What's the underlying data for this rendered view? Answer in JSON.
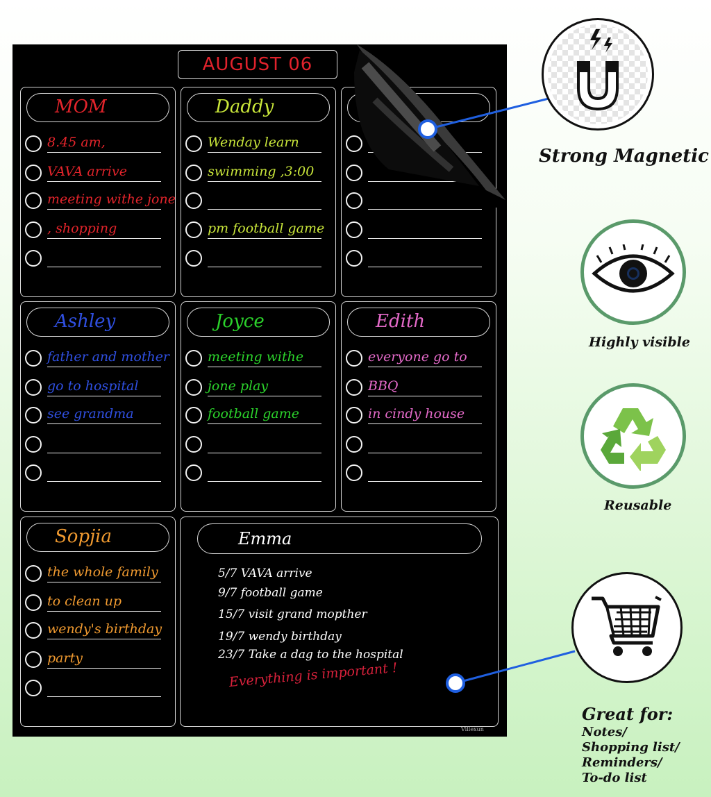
{
  "board": {
    "date": "AUGUST 06",
    "brand": "Villexun",
    "panels": [
      {
        "name": "MOM",
        "color": "#e3242b",
        "entries": [
          "8.45 am,",
          "VAVA arrive",
          "meeting withe jone",
          ", shopping",
          ""
        ]
      },
      {
        "name": "Daddy",
        "color": "#c9e63a",
        "entries": [
          "Wenday learn",
          "swimming ,3:00",
          "",
          "pm  football game",
          ""
        ]
      },
      {
        "name": "",
        "color": "#e3242b",
        "entries": [
          "",
          "",
          "",
          "",
          ""
        ]
      },
      {
        "name": "Ashley",
        "color": "#2f4fe0",
        "entries": [
          "father and mother",
          "go to hospital",
          "see grandma",
          "",
          ""
        ]
      },
      {
        "name": "Joyce",
        "color": "#2bd12b",
        "entries": [
          "meeting withe",
          "jone play",
          "football game",
          "",
          ""
        ]
      },
      {
        "name": "Edith",
        "color": "#e46ac9",
        "entries": [
          "everyone go to",
          "BBQ",
          "in cindy  house",
          "",
          ""
        ]
      },
      {
        "name": "Sopjia",
        "color": "#f09a30",
        "entries": [
          "the whole family",
          "to clean up",
          "wendy's birthday",
          " party",
          ""
        ]
      }
    ],
    "emma": {
      "name": "Emma",
      "lines": [
        "5/7   VAVA  arrive",
        "9/7    football  game",
        "15/7   visit grand mopther",
        "19/7    wendy birthday",
        "23/7   Take a dag to  the hospital"
      ],
      "note": "Everything is important !"
    }
  },
  "features": {
    "magnetic": {
      "label": "Strong Magnetic",
      "icon": "magnet-icon"
    },
    "visible": {
      "label": "Highly visible",
      "icon": "eye-icon"
    },
    "reusable": {
      "label": "Reusable",
      "icon": "recycle-icon"
    },
    "great_for": {
      "title": "Great for:",
      "icon": "shopping-cart-icon",
      "items": [
        "Notes/",
        "Shopping list/",
        "Reminders/",
        "To-do list"
      ]
    }
  },
  "colors": {
    "connector": "#1f5fe0",
    "circle_ring": "#5a9a6a"
  }
}
